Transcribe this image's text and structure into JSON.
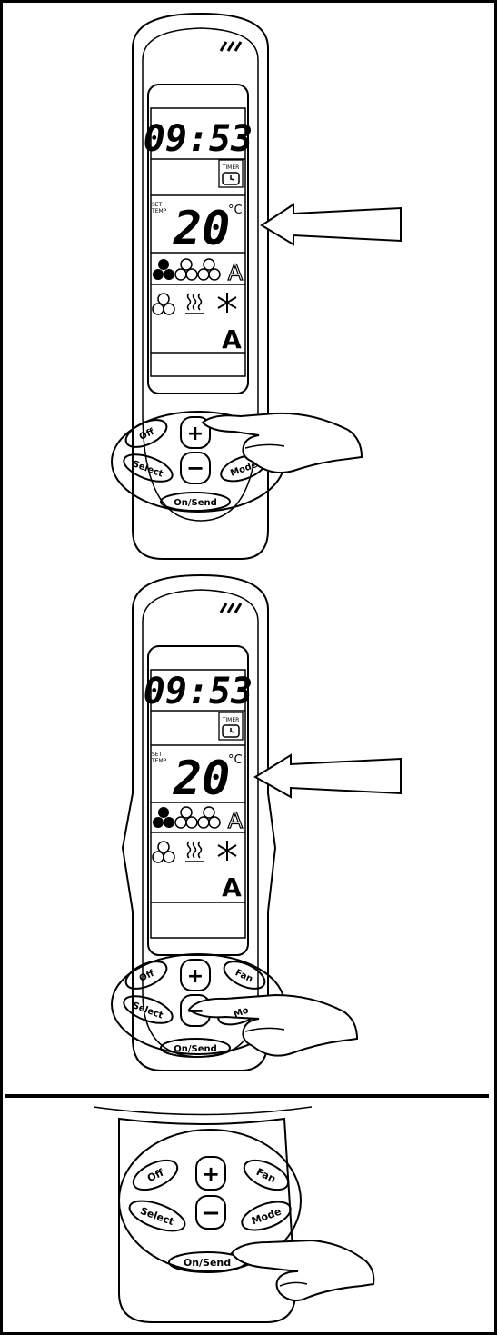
{
  "remotes": [
    {
      "clock": "09:53",
      "timer_label": "TIMER",
      "set_label_1": "SET",
      "set_label_2": "TEMP",
      "temperature": "20",
      "temp_unit": "°C",
      "auto_fan_letter": "A",
      "auto_mode_letter": "A",
      "buttons": {
        "off": "Off",
        "plus": "+",
        "minus": "−",
        "select": "Select",
        "mode": "Mode",
        "on_send": "On/Send"
      }
    },
    {
      "clock": "09:53",
      "timer_label": "TIMER",
      "set_label_1": "SET",
      "set_label_2": "TEMP",
      "temperature": "20",
      "temp_unit": "°C",
      "auto_fan_letter": "A",
      "auto_mode_letter": "A",
      "buttons": {
        "off": "Off",
        "plus": "+",
        "minus": "−",
        "fan": "Fan",
        "select": "Select",
        "mode": "Mo",
        "on_send": "On/Send"
      }
    }
  ],
  "closeup": {
    "buttons": {
      "off": "Off",
      "plus": "+",
      "minus": "−",
      "fan": "Fan",
      "select": "Select",
      "mode": "Mode",
      "on_send": "On/Send"
    }
  },
  "icons": [
    "fan-icon",
    "heat-icon",
    "snowflake-icon",
    "timer-clock-icon",
    "arrow-left-icon",
    "hand-icon"
  ]
}
